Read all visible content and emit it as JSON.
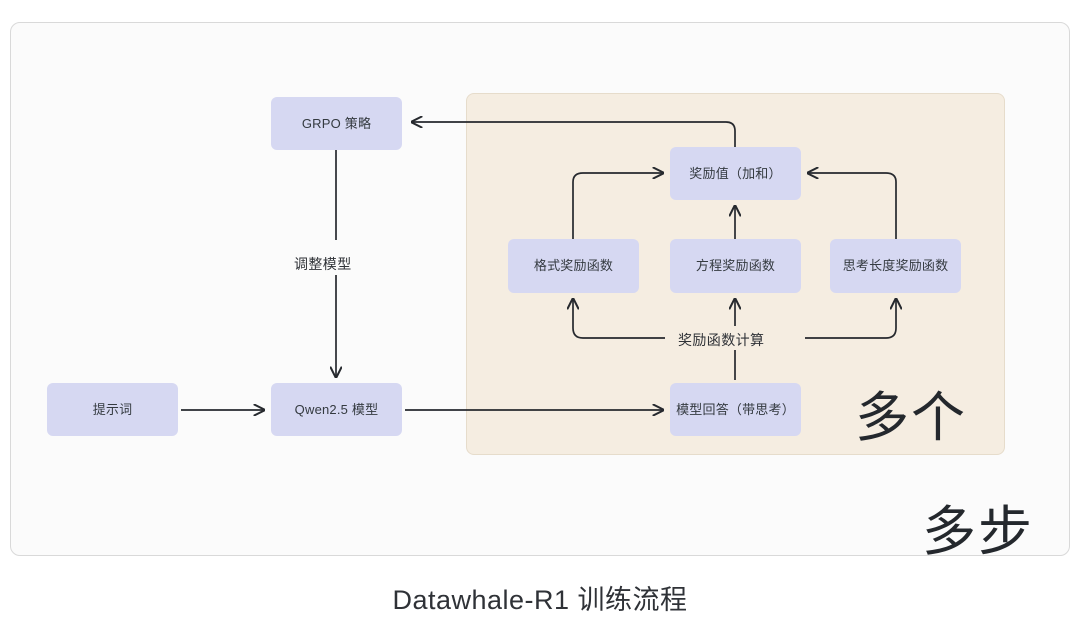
{
  "caption": "Datawhale-R1 训练流程",
  "colors": {
    "node_fill": "#d6d8f2",
    "group_fill": "#f5ede1",
    "canvas_fill": "#fbfbfb",
    "edge": "#26292e",
    "text": "#2f3237"
  },
  "nodes": {
    "grpo": "GRPO 策略",
    "prompt": "提示词",
    "qwen": "Qwen2.5 模型",
    "reward_sum": "奖励值（加和）",
    "format_reward": "格式奖励函数",
    "equation_reward": "方程奖励函数",
    "think_length_reward": "思考长度奖励函数",
    "model_answer": "模型回答（带思考）"
  },
  "edge_labels": {
    "adjust_model": "调整模型",
    "reward_calc": "奖励函数计算"
  },
  "annotations": {
    "multi_sample": "多个",
    "multi_step": "多步"
  }
}
